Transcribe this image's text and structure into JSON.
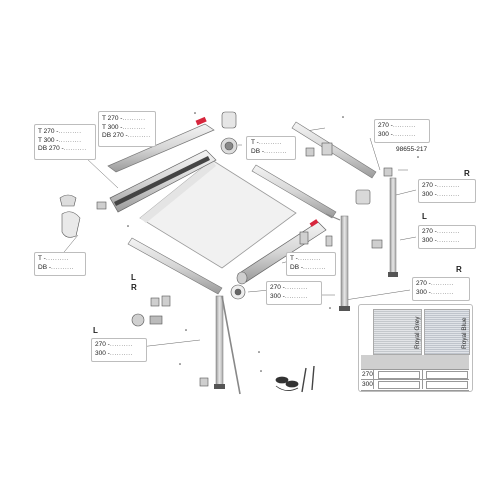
{
  "callouts": {
    "top_rail": {
      "l1": "T 270 -",
      "l2": "T 300 -",
      "l3": "DB 270 -"
    },
    "front_rail": {
      "l1": "T 270 -",
      "l2": "T 300 -",
      "l3": "DB 270 -"
    },
    "end_cap_right": {
      "l1": "T -",
      "l2": "DB -"
    },
    "end_cap_left": {
      "l1": "T -",
      "l2": "DB -"
    },
    "end_cap_front": {
      "l1": "T -",
      "l2": "DB -"
    },
    "rafter_top": {
      "l1": "270 -",
      "l2": "300 -"
    },
    "part_number": "98655-217",
    "right_upper": {
      "l1": "270 -",
      "l2": "300 -"
    },
    "right_lower": {
      "l1": "270 -",
      "l2": "300 -"
    },
    "right_leg": {
      "l1": "270 -",
      "l2": "300 -"
    },
    "center_rafter": {
      "l1": "270 -",
      "l2": "300 -"
    },
    "left_leg": {
      "l1": "270 -",
      "l2": "300 -"
    }
  },
  "side_letters": {
    "r_top": "R",
    "l_mid": "L",
    "r_mid": "R",
    "l_small": "L",
    "r_small": "R",
    "l_bottom": "L"
  },
  "fabric_table": {
    "swatches": [
      "Royal Grey",
      "Royal Blue"
    ],
    "rows": [
      "270",
      "300"
    ],
    "swatch_colors": {
      "grey": "#c9ccd0",
      "blue": "#c3c8cf"
    }
  },
  "dots_text": "..........",
  "short_dots": "- .........."
}
